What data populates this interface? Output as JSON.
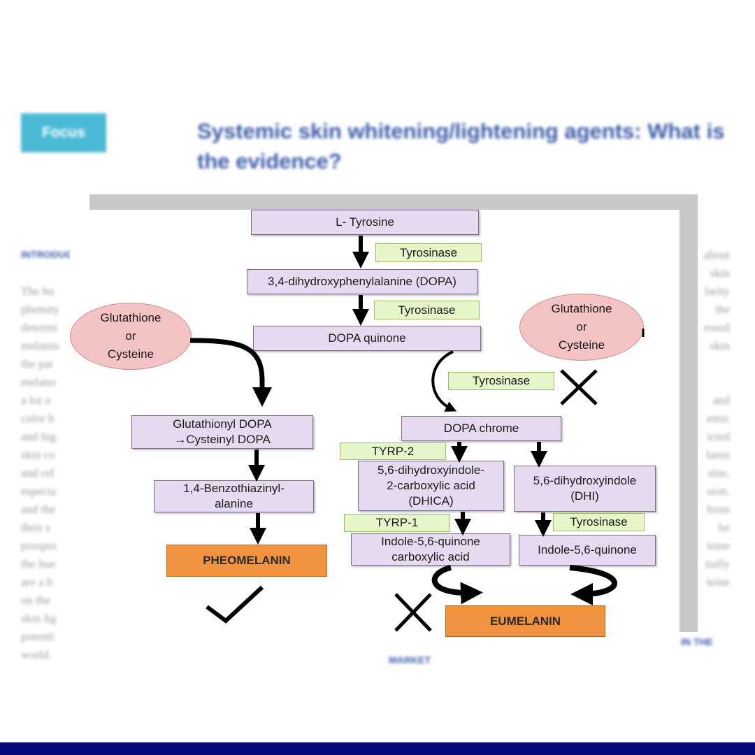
{
  "background_page": {
    "badge": "Focus",
    "title": "Systemic skin whitening/lightening agents: What is the evidence?",
    "section_heading_left": "INTRODUCTION",
    "section_heading_right": "IN THE",
    "section_heading_bottom": "MARKET",
    "left_column_lines": [
      "The hu",
      "phenoty",
      "determi",
      "melanin",
      "the pat",
      "melano",
      "a lot o",
      "color h",
      "and hig",
      "skin co",
      "and ref",
      "especia",
      "and the",
      "their s",
      "prospec",
      "the hue",
      "are a h",
      "on the",
      "skin lig",
      "potenti",
      "world."
    ],
    "right_column_lines": [
      "about",
      "skin",
      "larity",
      "the",
      "essed",
      "skin",
      "",
      "",
      "and",
      "emic",
      "icted",
      "lanin",
      "sine,",
      "sion.",
      "from",
      "be",
      "teine",
      "tially",
      "teine"
    ]
  },
  "diagram": {
    "l_tyrosine": "L- Tyrosine",
    "enzyme_tyrosinase_1": "Tyrosinase",
    "dopa": "3,4-dihydroxyphenylalanine (DOPA)",
    "enzyme_tyrosinase_2": "Tyrosinase",
    "dopa_quinone": "DOPA quinone",
    "glutathione_left": "Glutathione\nor\nCysteine",
    "glutathione_right": "Glutathione\nor\nCysteine",
    "enzyme_tyrosinase_3": "Tyrosinase",
    "glutathionyl_dopa_line1": "Glutathionyl DOPA",
    "glutathionyl_dopa_line2": "→Cysteinyl DOPA",
    "benzothiazinyl_line1": "1,4-Benzothiazinyl-",
    "benzothiazinyl_line2": "alanine",
    "pheomelanin": "PHEOMELANIN",
    "dopa_chrome": "DOPA chrome",
    "enzyme_tyrp2": "TYRP-2",
    "dhica_line1": "5,6-dihydroxyindole-",
    "dhica_line2": "2-carboxylic acid",
    "dhica_line3": "(DHICA)",
    "dhi_line1": "5,6-dihydroxyindole",
    "dhi_line2": "(DHI)",
    "enzyme_tyrp1": "TYRP-1",
    "enzyme_tyrosinase_4": "Tyrosinase",
    "iqca_line1": "Indole-5,6-quinone",
    "iqca_line2": "carboxylic acid",
    "indole_quinone": "Indole-5,6-quinone",
    "eumelanin": "EUMELANIN"
  },
  "colors": {
    "compound_fill": "#e6daf0",
    "enzyme_fill": "#e6f6c8",
    "product_fill": "#f0923e",
    "oval_fill": "#f4c3c3",
    "badge_fill": "#4bbad6",
    "title_text": "#3b5ba8",
    "bottom_bar": "#04087a"
  }
}
